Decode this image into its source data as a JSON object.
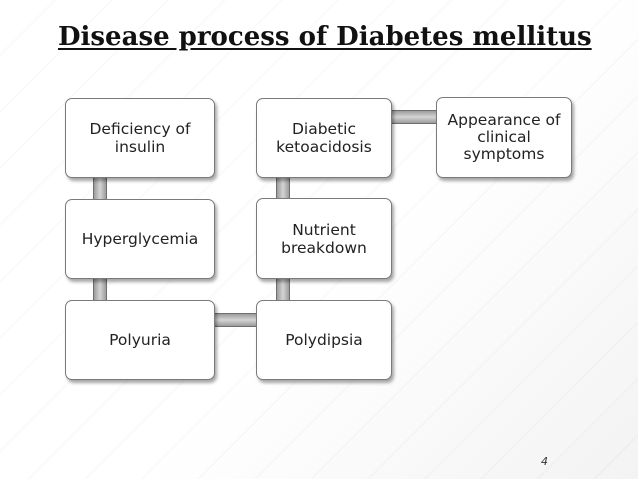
{
  "title": "Disease process of Diabetes mellitus",
  "boxes": {
    "deficiency": "Deficiency of\ninsulin",
    "hyperglycemia": "Hyperglycemia",
    "polyuria": "Polyuria",
    "polydipsia": "Polydipsia",
    "nutrient": "Nutrient\nbreakdown",
    "ketoacidosis": "Diabetic\nketoacidosis",
    "symptoms": "Appearance of\nclinical\nsymptoms"
  },
  "page_number": "4"
}
